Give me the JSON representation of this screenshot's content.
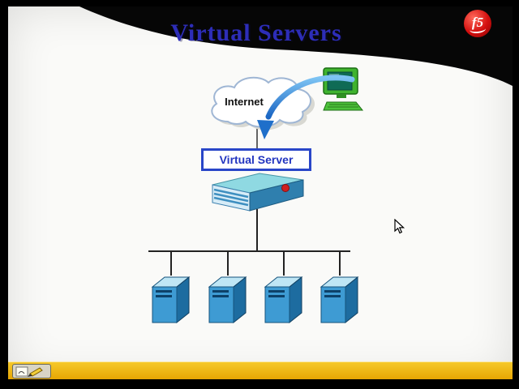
{
  "slide": {
    "title": "Virtual Servers",
    "logo": {
      "text": "f5"
    },
    "diagram": {
      "internet_label": "Internet",
      "virtual_server_label": "Virtual Server",
      "server_count": 4
    },
    "colors": {
      "title_blue": "#2d2db8",
      "swoosh_black": "#060606",
      "logo_red": "#d40f0f",
      "virtual_server_border": "#2946c8",
      "arrow_blue": "#2e7fd6",
      "cloud_outline": "#9fb6d4",
      "appliance_teal": "#8fd9e2",
      "server_blue": "#3e9bd3",
      "toolbar_yellow": "#eeb902"
    },
    "icons": [
      "client-computer-icon",
      "internet-cloud-icon",
      "traffic-arrow-icon",
      "bigip-appliance-icon",
      "server-icon",
      "f5-logo",
      "annotation-pen-icon",
      "mouse-cursor"
    ]
  }
}
